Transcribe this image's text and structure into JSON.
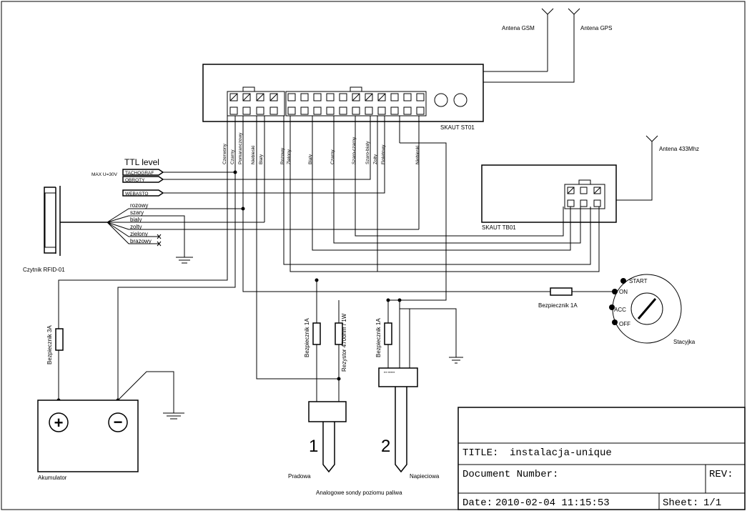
{
  "antennas": {
    "gsm": "Antena GSM",
    "gps": "Antena GPS",
    "radio433": "Antena 433Mhz"
  },
  "modules": {
    "st01": "SKAUT ST01",
    "tb01": "SKAUT TB01"
  },
  "ttl": {
    "title": "TTL level",
    "max_note": "MAX U=30V",
    "tachograf": "TACHOGRAF",
    "obroty": "OBROTY",
    "webasto": "WEBASTO"
  },
  "st01_wires": [
    "Czerwony",
    "Czarny",
    "Pomaranczowy",
    "Niebieski",
    "Bialy",
    "Rozowy",
    "Zielony",
    "Bialy",
    "Czarny",
    "Szaro-czarny",
    "Szaro-bialy",
    "Zolty",
    "Fioletowy",
    "Niebieski"
  ],
  "rfid": {
    "name": "Czytnik RFID-01",
    "wires": [
      "rozowy",
      "szary",
      "bialy",
      "zolty",
      "zielony",
      "brazowy"
    ]
  },
  "fuses": {
    "main": "Bezpiecznik 3A",
    "probe1": "Bezpiecznik 1A",
    "probe2": "Bezpiecznik 1A",
    "ignition": "Bezpiecznik 1A"
  },
  "resistor": "Rezystor 470ohm / 1W",
  "ignition": {
    "name": "Stacyjka",
    "positions": [
      "START",
      "ON",
      "ACC",
      "OFF"
    ]
  },
  "battery": {
    "name": "Akumulator",
    "plus": "+",
    "minus": "−"
  },
  "probes": {
    "p1_number": "1",
    "p1_name": "Pradowa",
    "p2_number": "2",
    "p2_name": "Napieciowa",
    "caption": "Analogowe sondy poziomu paliwa"
  },
  "title_block": {
    "title_label": "TITLE:",
    "title_value": "instalacja-unique",
    "docnum_label": "Document Number:",
    "rev_label": "REV:",
    "date_label": "Date:",
    "date_value": "2010-02-04 11:15:53",
    "sheet_label": "Sheet:",
    "sheet_value": "1/1"
  }
}
